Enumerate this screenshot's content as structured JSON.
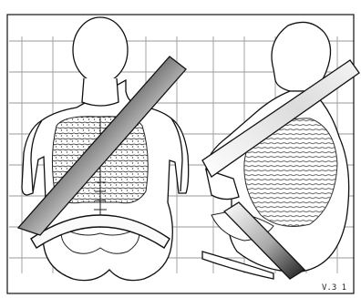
{
  "figure": {
    "code_label": "V.3 1",
    "panels": [
      {
        "view": "front"
      },
      {
        "view": "side"
      }
    ],
    "colors": {
      "line": "#111111",
      "grid": "#9a9a9a",
      "belt_dark": "#2a2a2a",
      "belt_light": "#f2f2f2",
      "background": "#ffffff"
    }
  }
}
